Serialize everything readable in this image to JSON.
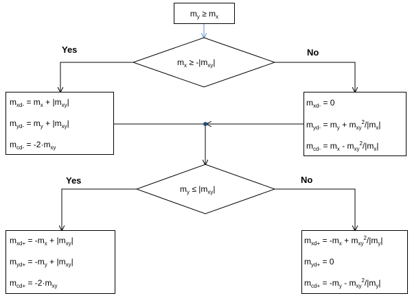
{
  "start": {
    "label_main": "m",
    "label_sub": "y",
    "op": " ≥ m",
    "op_sub": "x"
  },
  "decision1": {
    "a": "m",
    "a_sub": "x",
    "op": " ≥ -|m",
    "b_sub": "xy",
    "end": "|"
  },
  "decision2": {
    "a": "m",
    "a_sub": "y",
    "op": " ≤ |m",
    "b_sub": "xy",
    "end": "|"
  },
  "branches": {
    "yes1": "Yes",
    "no1": "No",
    "yes2": "Yes",
    "no2": "No"
  },
  "box_tl": {
    "l1": {
      "a": "m",
      "s": "xd-",
      "b": " = m",
      "bs": "x",
      "c": " + |m",
      "cs": "xy",
      "d": "|"
    },
    "l2": {
      "a": "m",
      "s": "yd-",
      "b": " = m",
      "bs": "y",
      "c": " + |m",
      "cs": "xy",
      "d": "|"
    },
    "l3": {
      "a": "m",
      "s": "cd-",
      "b": " = -2·m",
      "bs": "xy"
    }
  },
  "box_tr": {
    "l1": {
      "a": "m",
      "s": "xd-",
      "b": " = 0"
    },
    "l2": {
      "a": "m",
      "s": "yd-",
      "b": " = m",
      "bs": "y",
      "c": " + m",
      "cs": "xy",
      "sup": "2",
      "d": "/|m",
      "ds": "x",
      "e": "|"
    },
    "l3": {
      "a": "m",
      "s": "cd-",
      "b": " = m",
      "bs": "x",
      "c": " - m",
      "cs": "xy",
      "sup": "2",
      "d": "/|m",
      "ds": "x",
      "e": "|"
    }
  },
  "box_bl": {
    "l1": {
      "a": "m",
      "s": "xd+",
      "b": " = -m",
      "bs": "x",
      "c": " + |m",
      "cs": "xy",
      "d": "|"
    },
    "l2": {
      "a": "m",
      "s": "yd+",
      "b": " = -m",
      "bs": "y",
      "c": " + |m",
      "cs": "xy",
      "d": "|"
    },
    "l3": {
      "a": "m",
      "s": "cd+",
      "b": " = -2·m",
      "bs": "xy"
    }
  },
  "box_br": {
    "l1": {
      "a": "m",
      "s": "xd+",
      "b": " = -m",
      "bs": "x",
      "c": " + m",
      "cs": "xy",
      "sup": "2",
      "d": "/|m",
      "ds": "y",
      "e": "|"
    },
    "l2": {
      "a": "m",
      "s": "yd+",
      "b": " = 0"
    },
    "l3": {
      "a": "m",
      "s": "cd+",
      "b": " = -m",
      "bs": "y",
      "c": " - m",
      "cs": "xy",
      "sup": "2",
      "d": "/|m",
      "ds": "y",
      "e": "|"
    }
  },
  "colors": {
    "line": "#000000",
    "start_arrow": "#5b8fd6",
    "junction": "#1f4e79"
  }
}
